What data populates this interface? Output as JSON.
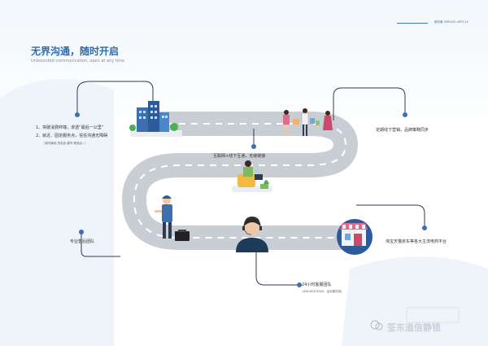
{
  "header": {
    "tag": "服务篇 SERVICE ARTICLE"
  },
  "title": "无界沟通，随时开启",
  "subtitle": "Unbounded communication, open at any time",
  "items": {
    "left_line1": "1、突破消费终端，渗透“最后一公里”",
    "left_line2": "2、就近、固定服务点，信任沟通无障碍",
    "left_line3": "（菜鸟驿站  洗衣店  超市  物流点...）",
    "offline_marketing": "定期线下营销，品牌策略同步",
    "internet_offline": "互联网+线下互通，无缝链接",
    "after_sales": "专业售后团队",
    "ecommerce": "淘宝天猫京东等各大主流电商平台",
    "hotline_title": "24小时客服团队",
    "hotline_sub": "(400-803-8303，全天候在线)"
  },
  "watermark": "筌东道信静锁"
}
